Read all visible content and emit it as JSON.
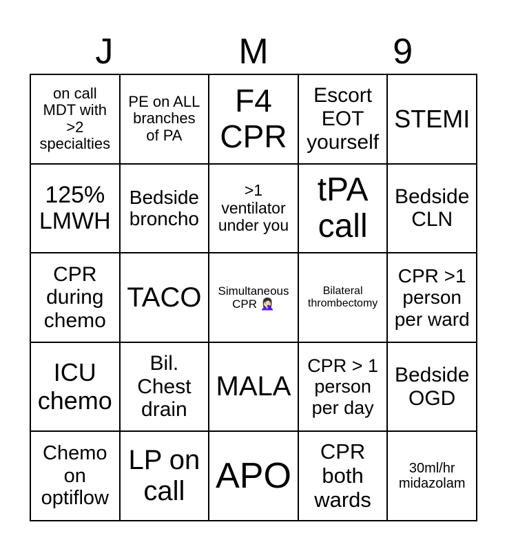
{
  "header": {
    "letters": [
      "J",
      "M",
      "9"
    ]
  },
  "cells": [
    "on call MDT with >2 specialties",
    "PE on ALL branches of PA",
    "F4 CPR",
    "Escort EOT yourself",
    "STEMI",
    "125% LMWH",
    "Bedside broncho",
    ">1 ventilator under you",
    "tPA call",
    "Bedside CLN",
    "CPR during chemo",
    "TACO",
    "Simultaneous CPR 🤦🏻‍♀️",
    "Bilateral thrombectomy",
    "CPR >1 person per ward",
    "ICU chemo",
    "Bil. Chest drain",
    "MALA",
    "CPR > 1 person per day",
    "Bedside OGD",
    "Chemo on optiflow",
    "LP on call",
    "APO",
    "CPR both wards",
    "30ml/hr midazolam"
  ]
}
